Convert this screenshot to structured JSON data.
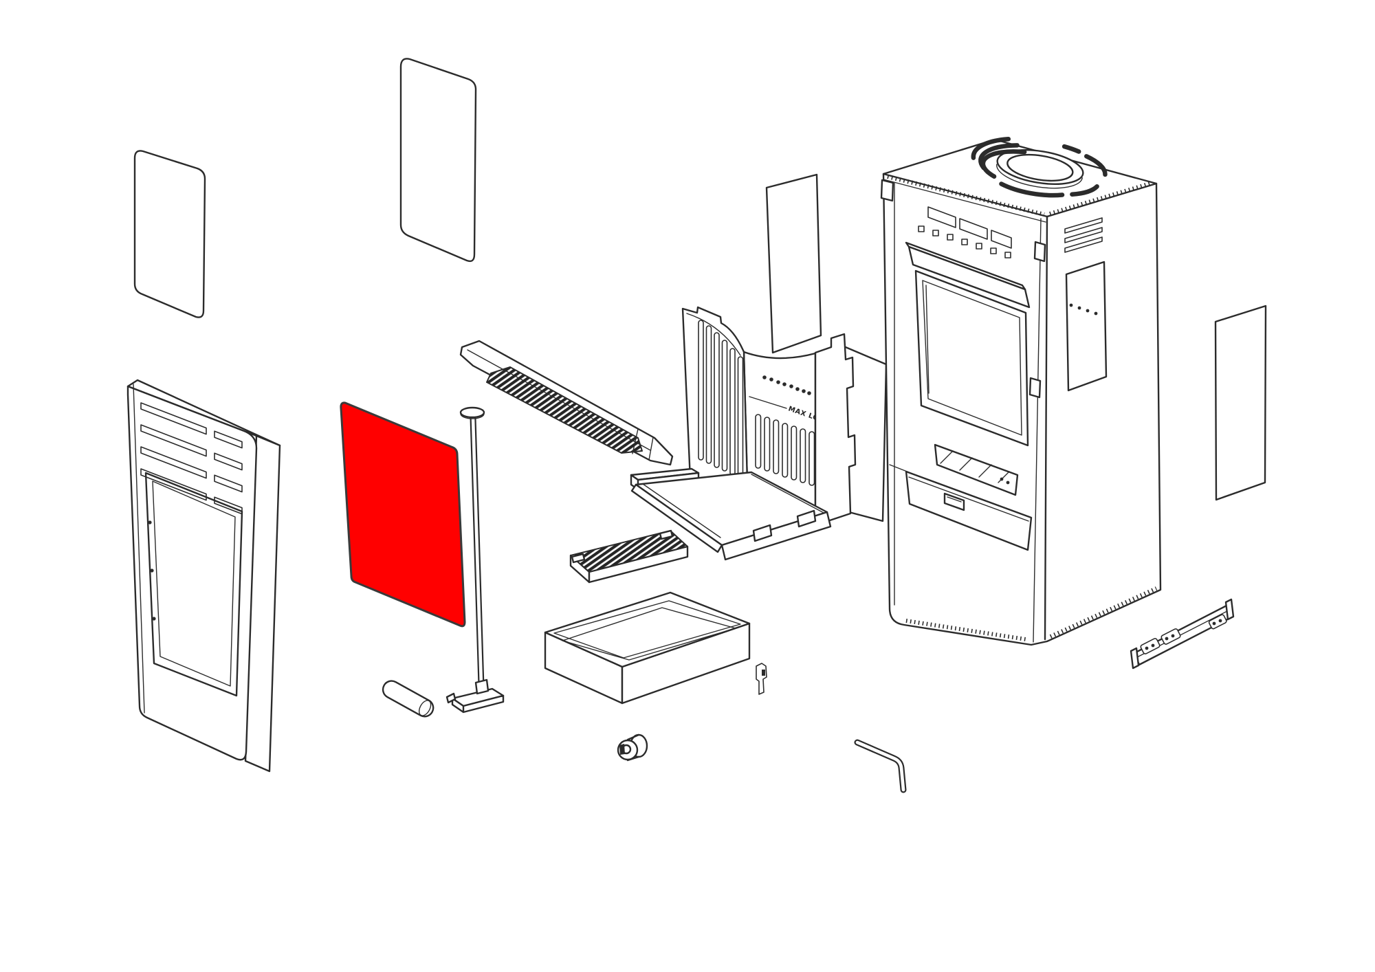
{
  "colors": {
    "background": "#ffffff",
    "line": "#2b2b2b",
    "highlight": "#ff0000"
  },
  "labels": {
    "firebox_marking": "MAX LOAD"
  },
  "highlighted_part_id": "fire-glass-panel",
  "parts": [
    "rear-panel-upper-left",
    "rear-panel-upper-center",
    "rear-heat-shield-panel",
    "side-panel-right",
    "baffle-plate",
    "firebox-assembly",
    "burn-grate",
    "ash-pan",
    "latch-bracket",
    "stove-body",
    "drawer-slide-rail",
    "front-door-panel",
    "fire-glass-panel",
    "door-handle-rod",
    "handle-grip-tube",
    "control-knob",
    "hex-key"
  ]
}
